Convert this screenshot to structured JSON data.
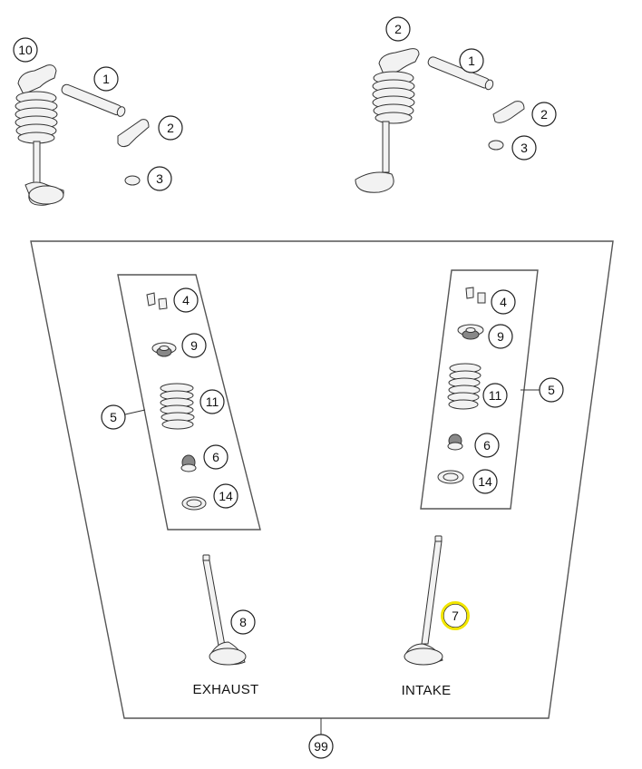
{
  "callouts": {
    "tl_10": "10",
    "tl_1": "1",
    "tl_2": "2",
    "tl_3": "3",
    "tr_2": "2",
    "tr_1": "1",
    "tr_2b": "2",
    "tr_3": "3",
    "ex_4": "4",
    "ex_9": "9",
    "ex_11": "11",
    "ex_6": "6",
    "ex_14": "14",
    "ex_5": "5",
    "in_4": "4",
    "in_9": "9",
    "in_11": "11",
    "in_6": "6",
    "in_14": "14",
    "in_5": "5",
    "ex_8": "8",
    "in_7": "7",
    "kit_99": "99"
  },
  "labels": {
    "exhaust": "EXHAUST",
    "intake": "INTAKE"
  },
  "colors": {
    "highlight": "#f2e600"
  }
}
